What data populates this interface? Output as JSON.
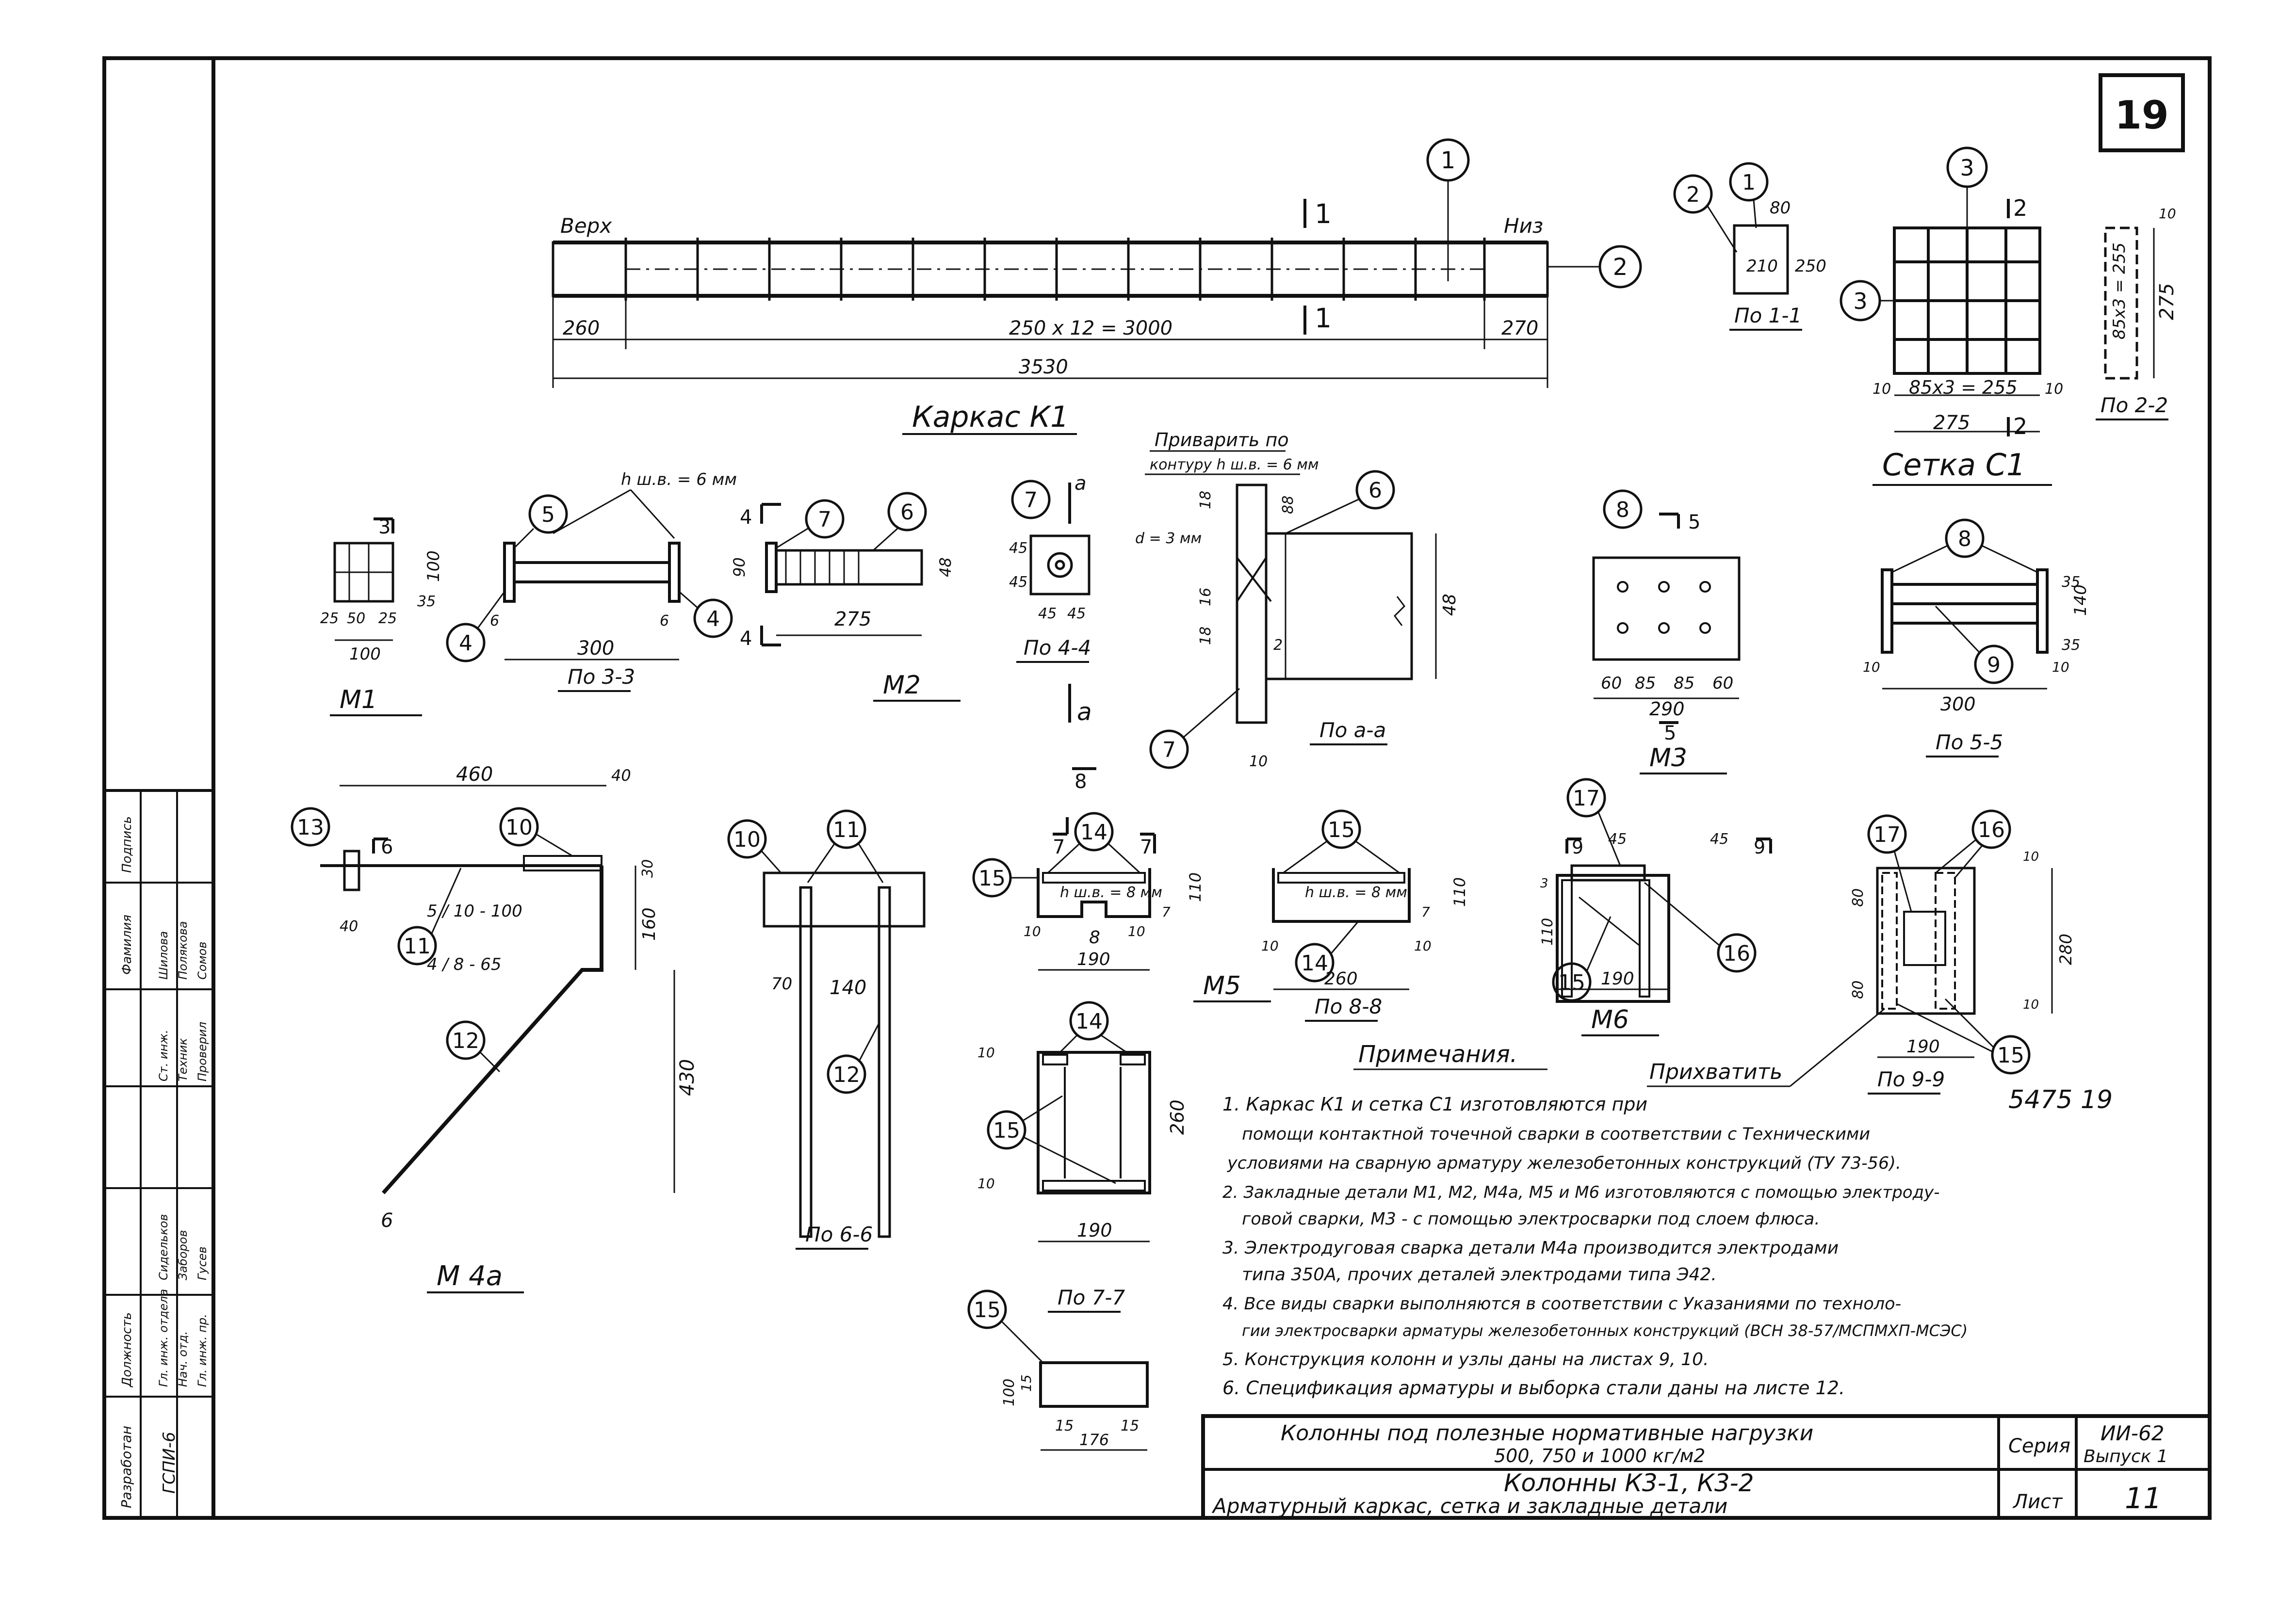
{
  "page_number": "19",
  "k1": {
    "title": "Каркас К1",
    "top_label": "Верх",
    "bottom_label": "Низ",
    "dim_left": "260",
    "dim_mid": "250 x 12 = 3000",
    "dim_right": "270",
    "dim_total": "3530",
    "section_mark": "1",
    "callouts": [
      "1",
      "2"
    ]
  },
  "section_1_1": {
    "title": "По 1-1",
    "dims": [
      "80",
      "210",
      "250"
    ],
    "callouts": [
      "2",
      "1"
    ]
  },
  "c1": {
    "title": "Сетка С1",
    "section_mark": "2",
    "callout": "3",
    "dim_bottom": "85x3 = 255",
    "dim_edge": "10",
    "dim_total": "275"
  },
  "section_2_2": {
    "title": "По 2-2",
    "dim_inner": "85x3 = 255",
    "dim_total": "275",
    "dim_edge": "10"
  },
  "m1": {
    "title": "М1",
    "section_mark": "3",
    "dims": [
      "25",
      "50",
      "25",
      "100",
      "100",
      "35"
    ],
    "callouts": [
      "5",
      "4",
      "4"
    ],
    "weld": "h ш.в. = 6 мм"
  },
  "section_3_3": {
    "title": "По 3-3",
    "dim": "300",
    "dims_small": [
      "6",
      "6"
    ]
  },
  "m2": {
    "title": "М2",
    "section_mark": "4",
    "callouts": [
      "7",
      "6"
    ],
    "dims": [
      "90",
      "275",
      "48"
    ]
  },
  "section_4_4": {
    "title": "По 4-4",
    "callout": "7",
    "dims": [
      "45",
      "45",
      "45",
      "45"
    ],
    "section": "a"
  },
  "section_a_a": {
    "title": "По а-а",
    "note_line1": "Приварить по",
    "note_line2": "контуру h ш.в. = 6 мм",
    "gap": "d = 3 мм",
    "dims": [
      "18",
      "88",
      "16",
      "18",
      "2",
      "48",
      "10"
    ],
    "callouts": [
      "6",
      "7"
    ]
  },
  "m3": {
    "title": "М3",
    "section_mark": "5",
    "callout": "8",
    "dims": [
      "60",
      "85",
      "85",
      "60"
    ],
    "dim_total": "290"
  },
  "section_5_5": {
    "title": "По 5-5",
    "callouts": [
      "8",
      "9"
    ],
    "dims": [
      "35",
      "140",
      "35",
      "10",
      "10"
    ],
    "dim_total": "300"
  },
  "m4": {
    "title": "М 4а",
    "section_mark": "6",
    "callouts": [
      "13",
      "10",
      "11",
      "12"
    ],
    "dims": [
      "460",
      "40",
      "30",
      "160",
      "430",
      "40",
      "6"
    ],
    "rebar_a": "5 / 10 - 100",
    "rebar_b": "4 / 8 - 65"
  },
  "section_6_6": {
    "title": "По 6-6",
    "callouts": [
      "10",
      "11",
      "12"
    ],
    "dims": [
      "70",
      "140"
    ]
  },
  "m5": {
    "title": "М5",
    "section_marks": [
      "7",
      "8",
      "7"
    ],
    "callouts": [
      "15",
      "14"
    ],
    "weld": "h ш.в. = 8 мм",
    "dims": [
      "110",
      "7",
      "10",
      "8",
      "10",
      "190"
    ]
  },
  "section_8_8": {
    "title": "По 8-8",
    "callouts": [
      "15",
      "14"
    ],
    "weld": "h ш.в. = 8 мм",
    "dims": [
      "110",
      "7",
      "10",
      "10",
      "260"
    ]
  },
  "section_7_7": {
    "title": "По 7-7",
    "callouts": [
      "14",
      "15"
    ],
    "dims": [
      "10",
      "260",
      "10",
      "190"
    ]
  },
  "detail_15": {
    "callout": "15",
    "dims": [
      "100",
      "15",
      "15",
      "15",
      "176"
    ]
  },
  "m6": {
    "title": "М6",
    "section_mark": "9",
    "callouts": [
      "17",
      "16",
      "15"
    ],
    "dims": [
      "45",
      "45",
      "110",
      "3",
      "190"
    ]
  },
  "section_9_9": {
    "title": "По 9-9",
    "callouts": [
      "17",
      "16",
      "15"
    ],
    "dims": [
      "80",
      "80",
      "10",
      "10",
      "280",
      "190"
    ],
    "note": "Прихватить"
  },
  "notes": {
    "heading": "Примечания.",
    "ref": "5475 19",
    "lines": [
      "1. Каркас К1 и сетка С1 изготовляются при",
      "помощи контактной точечной сварки в соответствии с Техническими",
      "условиями на сварную арматуру железобетонных конструкций (ТУ 73-56).",
      "2. Закладные детали М1, М2, М4а, М5 и М6 изготовляются с помощью электроду-",
      "говой сварки, М3 - с помощью электросварки под слоем флюса.",
      "3. Электродуговая сварка детали М4а производится электродами",
      "типа 350А, прочих деталей электродами типа Э42.",
      "4. Все виды сварки выполняются в соответствии с Указаниями по техноло-",
      "гии электросварки арматуры железобетонных конструкций (ВСН 38-57/МСПМХП-МСЭС)",
      "5. Конструкция колонн и узлы даны на листах 9, 10.",
      "6. Спецификация арматуры и выборка стали даны на листе 12."
    ]
  },
  "title_block": {
    "line1": "Колонны под полезные нормативные нагрузки",
    "line2": "500, 750 и 1000 кг/м2",
    "line3": "Колонны К3-1, К3-2",
    "line4": "Арматурный каркас, сетка и закладные детали",
    "series_label": "Серия",
    "series_value": "ИИ-62",
    "issue": "Выпуск 1",
    "sheet_label": "Лист",
    "sheet_value": "11"
  },
  "side_stamp": {
    "developer": "Разработан",
    "org": "ГСПИ-6",
    "col_titles": [
      "Должность",
      "Фамилия",
      "Подпись"
    ],
    "rows": [
      [
        "Гл. инж. отдела",
        "Сидельков",
        ""
      ],
      [
        "Нач. отд.",
        "Заборов",
        ""
      ],
      [
        "Гл. инж. пр.",
        "Гусев",
        ""
      ],
      [
        "Ст. инж.",
        "Шилова",
        ""
      ],
      [
        "Техник",
        "Полякова",
        ""
      ],
      [
        "Проверил",
        "Сомов",
        ""
      ]
    ]
  }
}
